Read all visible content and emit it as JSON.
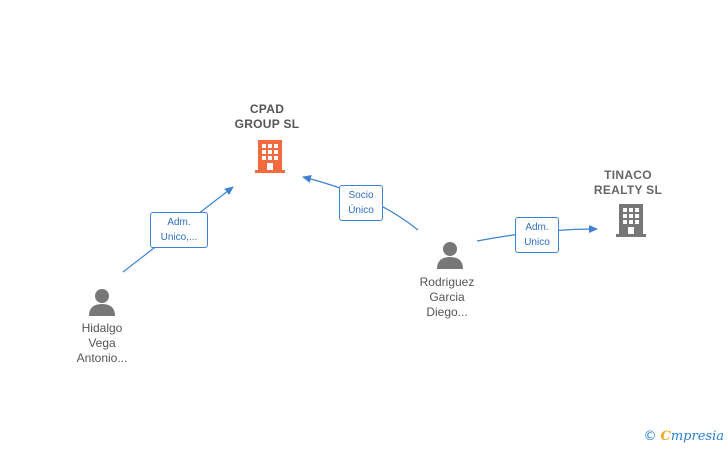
{
  "nodes": {
    "cpad": {
      "line1": "CPAD",
      "line2": "GROUP  SL"
    },
    "tinaco": {
      "line1": "TINACO",
      "line2": "REALTY  SL"
    },
    "hidalgo": {
      "line1": "Hidalgo",
      "line2": "Vega",
      "line3": "Antonio..."
    },
    "rodriguez": {
      "line1": "Rodriguez",
      "line2": "Garcia",
      "line3": "Diego..."
    }
  },
  "edges": {
    "hidalgo_cpad": {
      "line1": "Adm.",
      "line2": "Unico,..."
    },
    "rodriguez_cpad": {
      "line1": "Socio",
      "line2": "Único"
    },
    "rodriguez_tinaco": {
      "line1": "Adm.",
      "line2": "Unico"
    }
  },
  "colors": {
    "primary_company": "#f26a3d",
    "secondary_company": "#777777",
    "person": "#777777",
    "edge": "#3f83d0"
  },
  "icons": {
    "company": "building-icon",
    "person": "person-icon"
  },
  "watermark": {
    "copyright": "©",
    "brand_initial": "C",
    "brand_rest": "mpresia"
  }
}
